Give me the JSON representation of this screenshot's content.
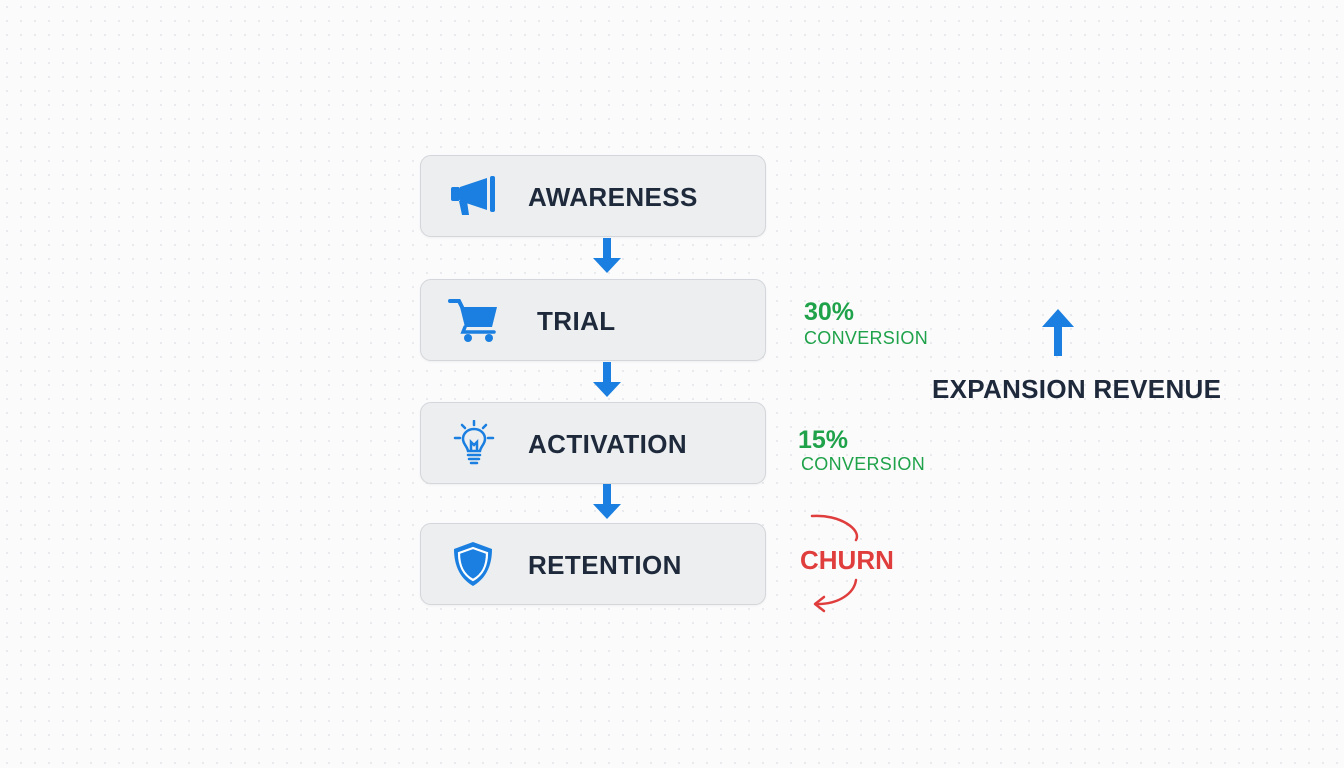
{
  "funnel": {
    "stages": [
      {
        "label": "AWARENESS",
        "icon": "megaphone-icon"
      },
      {
        "label": "TRIAL",
        "icon": "shopping-cart-icon"
      },
      {
        "label": "ACTIVATION",
        "icon": "lightbulb-icon"
      },
      {
        "label": "RETENTION",
        "icon": "shield-icon"
      }
    ]
  },
  "conversions": [
    {
      "percent": "30%",
      "label": "CONVERSION"
    },
    {
      "percent": "15%",
      "label": "CONVERSION"
    }
  ],
  "churn": {
    "label": "CHURN"
  },
  "expansion": {
    "label": "EXPANSION REVENUE"
  },
  "colors": {
    "accent_blue": "#1a7fe0",
    "conversion_green": "#1fa24a",
    "churn_red": "#e03d3d",
    "text_dark": "#1e2a3b",
    "box_fill": "#eceef0"
  }
}
